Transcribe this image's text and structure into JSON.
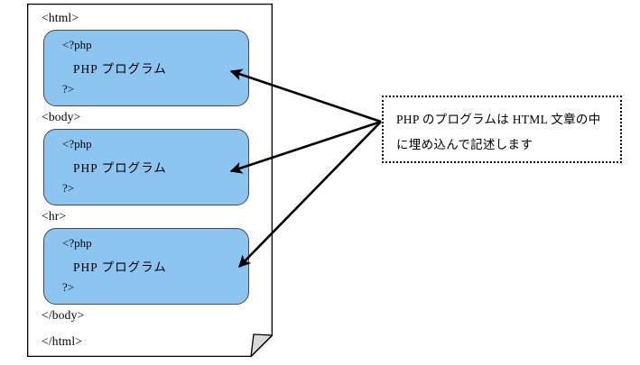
{
  "diagram": {
    "title": "PHP program embedded in HTML document",
    "colors": {
      "php_box_fill": "#8CC6F0",
      "php_box_border": "#4a4a4a",
      "page_border": "#000000",
      "fold_fill": "#d9d9d9",
      "arrow": "#000000",
      "callout_border": "#000000",
      "background": "#ffffff"
    }
  },
  "document": {
    "tags": [
      {
        "label": "<html>"
      },
      {
        "label": "<body>"
      },
      {
        "label": "<hr>"
      },
      {
        "label": "</body>"
      },
      {
        "label": "</html>"
      }
    ]
  },
  "php_blocks": [
    {
      "open": "<?php",
      "body": "PHP プログラム",
      "close": "?>"
    },
    {
      "open": "<?php",
      "body": "PHP プログラム",
      "close": "?>"
    },
    {
      "open": "<?php",
      "body": "PHP プログラム",
      "close": "?>"
    }
  ],
  "callout": {
    "line1": "PHP のプログラムは HTML 文章の中",
    "line2": "に埋め込んで記述します"
  }
}
